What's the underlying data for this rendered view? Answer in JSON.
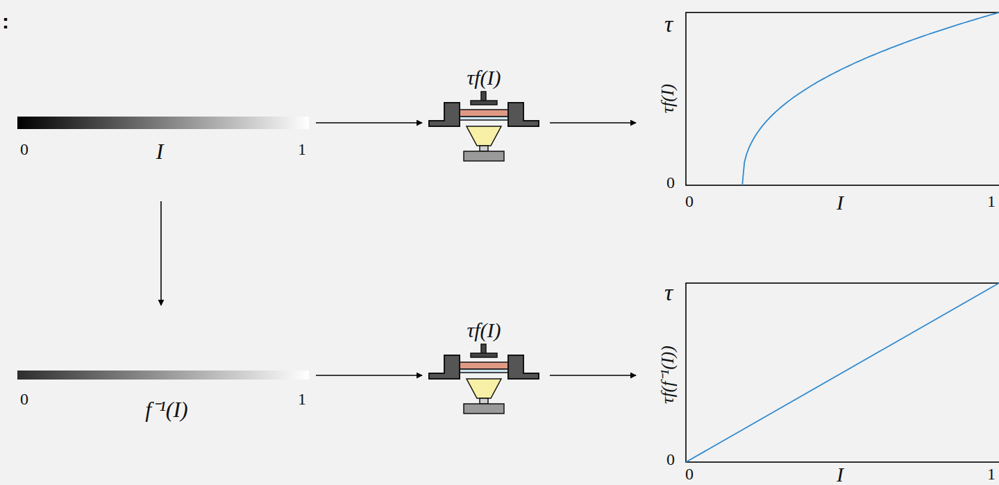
{
  "diagram": {
    "nodes": [
      {
        "text": [
          "0",
          "I",
          "1"
        ]
      },
      {
        "text": [
          "τf(I)"
        ]
      },
      {
        "text": [
          "τ",
          "τf(I)",
          "0",
          "0",
          "I",
          "1"
        ]
      },
      {
        "text": [
          "0",
          "f⁻¹(I)",
          "1"
        ]
      },
      {
        "text": [
          "τf(I)"
        ]
      },
      {
        "text": [
          "τ",
          "τf(f⁻¹(I))",
          "0",
          "0",
          "I",
          "1"
        ]
      }
    ],
    "edges": [
      {
        "from": 0,
        "to": 1,
        "arrow": "to"
      },
      {
        "from": 1,
        "to": 2,
        "arrow": "to"
      },
      {
        "from": 0,
        "to": 3,
        "arrow": "to"
      },
      {
        "from": 3,
        "to": 4,
        "arrow": "to"
      },
      {
        "from": 4,
        "to": 5,
        "arrow": "to"
      }
    ],
    "labels": [
      ":"
    ]
  }
}
